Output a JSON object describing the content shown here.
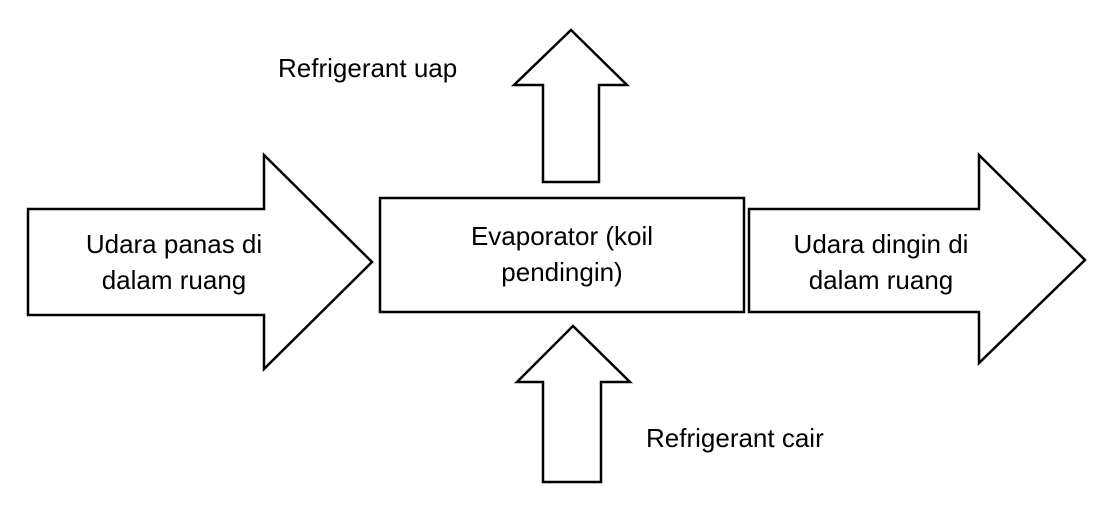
{
  "colors": {
    "stroke": "#000000",
    "fill": "#ffffff",
    "text": "#000000"
  },
  "diagram": {
    "evaporator": {
      "line1": "Evaporator (koil",
      "line2": "pendingin)"
    },
    "input_air": {
      "line1": "Udara panas di",
      "line2": "dalam ruang"
    },
    "output_air": {
      "line1": "Udara dingin di",
      "line2": "dalam ruang"
    },
    "refrigerant_out": {
      "label": "Refrigerant uap"
    },
    "refrigerant_in": {
      "label": "Refrigerant cair"
    }
  }
}
